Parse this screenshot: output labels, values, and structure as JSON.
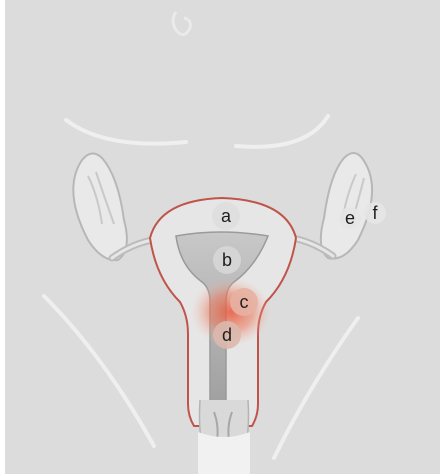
{
  "diagram": {
    "labels": {
      "a": "a",
      "b": "b",
      "c": "c",
      "d": "d",
      "e": "e",
      "f": "f"
    }
  },
  "colors": {
    "background": "#dcdcdc",
    "outer_frame": "#ffffff",
    "organ_fill": "#e8e8e8",
    "organ_outline": "#b9b9b9",
    "uterus_wall": "#c0544b",
    "cavity": "#a9a9a9",
    "highlight": "#e86a4a",
    "label_circle": "#dedede"
  }
}
